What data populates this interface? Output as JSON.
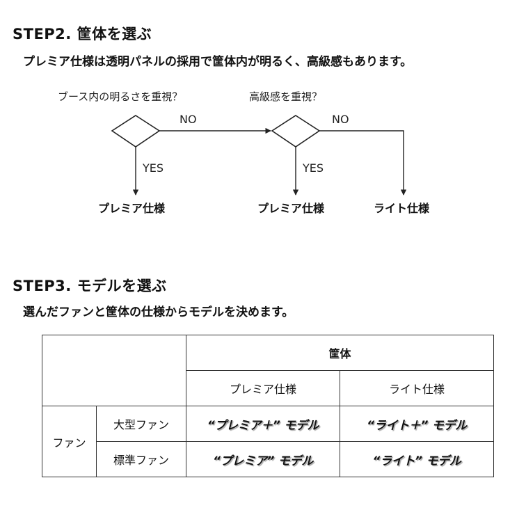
{
  "step2": {
    "title": "STEP2. 筐体を選ぶ",
    "description": "プレミア仕様は透明パネルの採用で筐体内が明るく、高級感もあります。",
    "flow": {
      "q1": "ブース内の明るさを重視？",
      "q2": "高級感を重視？",
      "no1": "NO",
      "no2": "NO",
      "yes1": "YES",
      "yes2": "YES",
      "result1": "プレミア仕様",
      "result2": "プレミア仕様",
      "result3": "ライト仕様"
    }
  },
  "step3": {
    "title": "STEP3. モデルを選ぶ",
    "description": "選んだファンと筐体の仕様からモデルを決めます。",
    "table": {
      "header_group": "筐体",
      "col_premium": "プレミア仕様",
      "col_light": "ライト仕様",
      "row_group": "ファン",
      "rows": [
        {
          "label": "大型ファン",
          "premium": "“プレミア＋” モデル",
          "light": "“ライト＋” モデル"
        },
        {
          "label": "標準ファン",
          "premium": "“プレミア” モデル",
          "light": "“ライト” モデル"
        }
      ]
    }
  }
}
